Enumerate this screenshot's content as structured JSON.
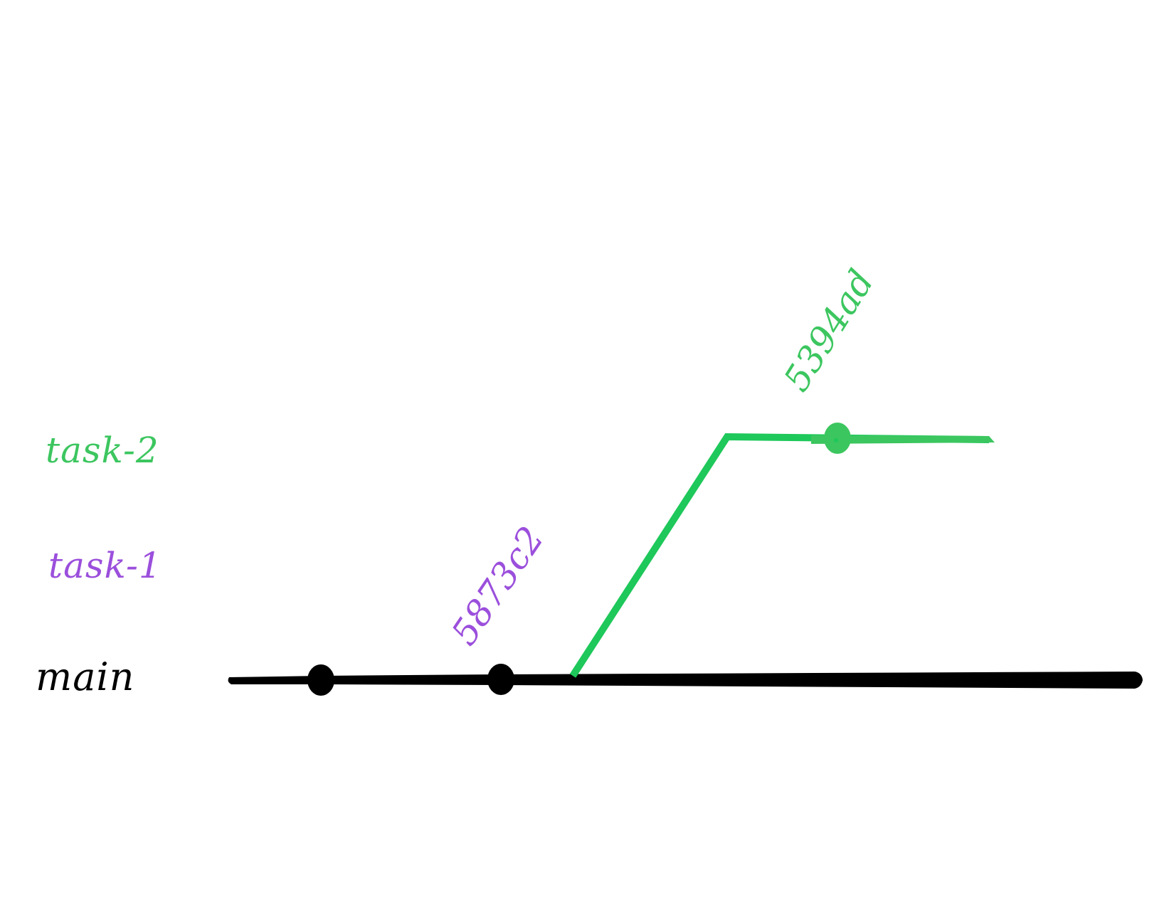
{
  "diagram": {
    "type": "git-branch-graph",
    "branches": [
      {
        "name": "main",
        "label": "main",
        "color": "#000000"
      },
      {
        "name": "task-1",
        "label": "task-1",
        "color": "#9b4fdc"
      },
      {
        "name": "task-2",
        "label": "task-2",
        "color": "#3cc65f"
      }
    ],
    "commits": [
      {
        "branch": "main",
        "hash": ""
      },
      {
        "branch": "main",
        "hash": "5873c2",
        "label_color": "#9b4fdc"
      },
      {
        "branch": "task-2",
        "hash": "5394ad",
        "label_color": "#3cc65f"
      }
    ],
    "edges": [
      {
        "from": "main",
        "to": "task-2",
        "type": "branch-off"
      }
    ]
  },
  "labels": {
    "task2": "task-2",
    "task1": "task-1",
    "main": "main",
    "commit_task1": "5873c2",
    "commit_task2": "5394ad"
  },
  "colors": {
    "main": "#000000",
    "task1": "#9b4fdc",
    "task2": "#3cc65f",
    "task2_line": "#1ec85a",
    "background": "#ffffff"
  }
}
